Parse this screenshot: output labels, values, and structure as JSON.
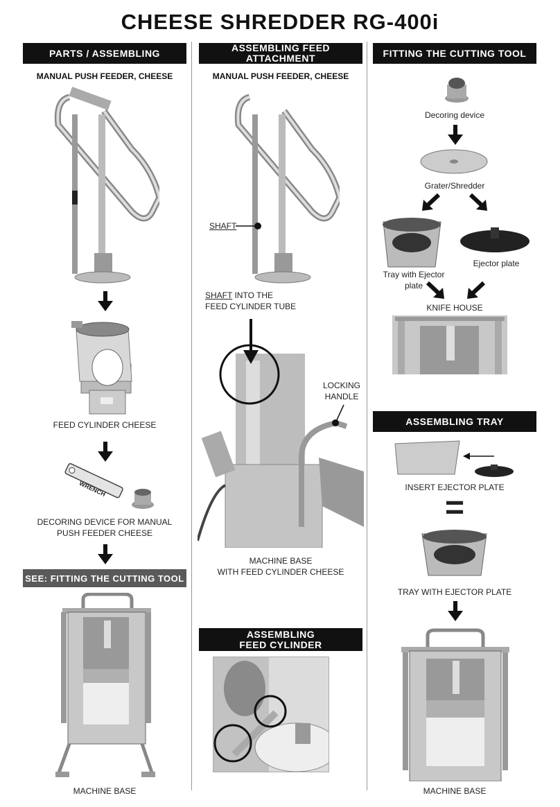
{
  "title": "CHEESE SHREDDER RG-400i",
  "col1": {
    "banner": "PARTS / ASSEMBLING",
    "sub": "MANUAL PUSH FEEDER, CHEESE",
    "cap_feed": "FEED CYLINDER CHEESE",
    "wrench": "WRENCH",
    "cap_decoring_1": "DECORING DEVICE FOR MANUAL",
    "cap_decoring_2": "PUSH FEEDER CHEESE",
    "banner_see": "SEE: FITTING THE CUTTING TOOL",
    "cap_base": "MACHINE BASE"
  },
  "col2": {
    "banner_1": "ASSEMBLING FEED",
    "banner_2": "ATTACHMENT",
    "sub": "MANUAL PUSH FEEDER, CHEESE",
    "shaft": "SHAFT",
    "shaft_into_1": "INTO THE",
    "shaft_into_2": "FEED CYLINDER TUBE",
    "locking_1": "LOCKING",
    "locking_2": "HANDLE",
    "cap_machine_1": "MACHINE BASE",
    "cap_machine_2": "WITH FEED CYLINDER CHEESE",
    "banner2_1": "ASSEMBLING",
    "banner2_2": "FEED CYLINDER"
  },
  "col3": {
    "banner": "FITTING THE CUTTING TOOL",
    "decoring": "Decoring device",
    "grater": "Grater/Shredder",
    "tray": "Tray with Ejector plate",
    "ejector": "Ejector plate",
    "knife": "KNIFE HOUSE",
    "banner_tray": "ASSEMBLING TRAY",
    "insert": "INSERT EJECTOR PLATE",
    "equals": "=",
    "tray_with": "TRAY WITH EJECTOR PLATE",
    "cap_base": "MACHINE BASE"
  }
}
